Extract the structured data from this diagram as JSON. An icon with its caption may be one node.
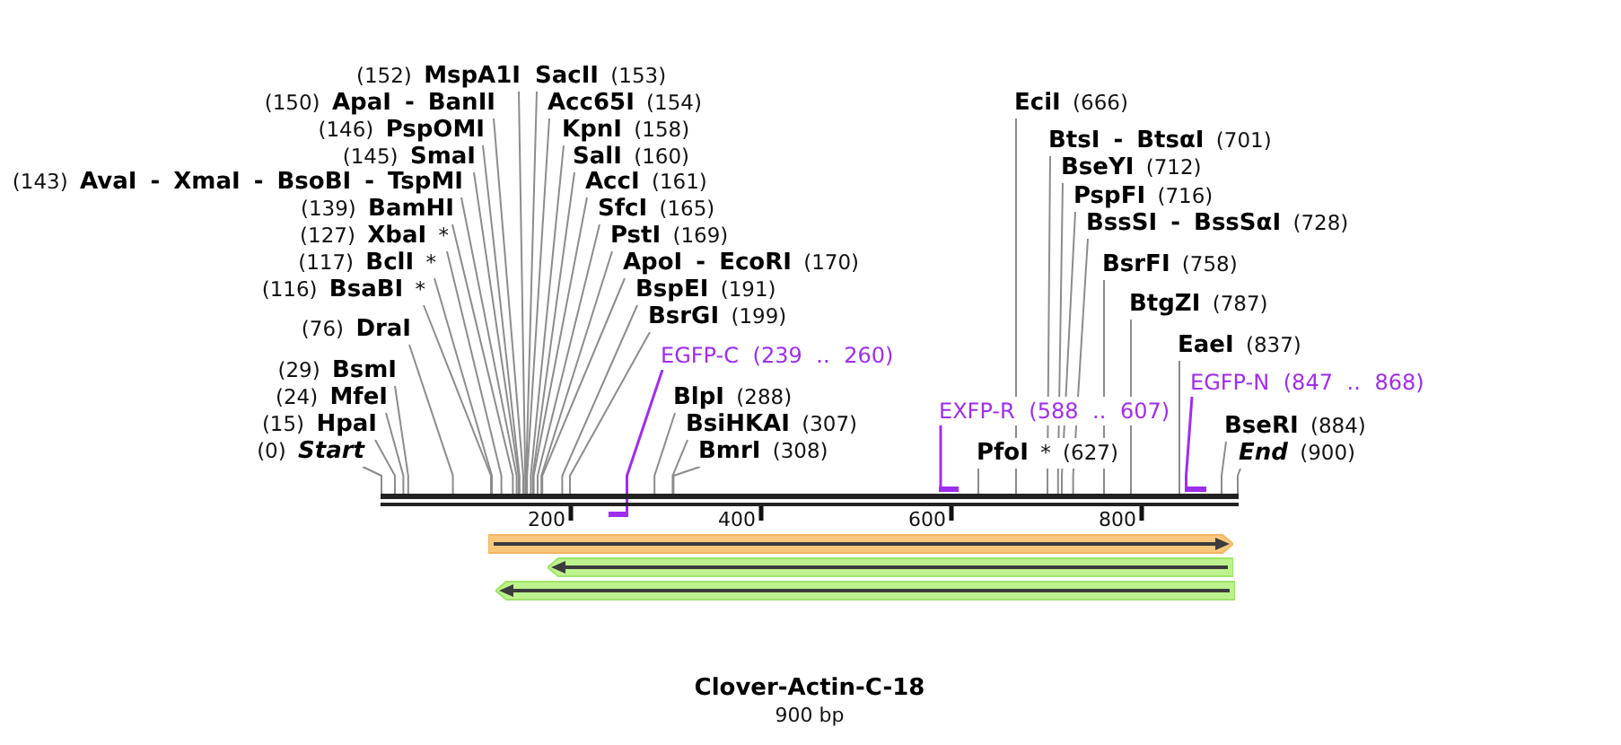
{
  "diagram": {
    "title": "Clover-Actin-C-18",
    "nodes": [
      {
        "text": [
          "(152) **MspA1I**"
        ]
      },
      {
        "text": [
          "**SacII** (153)"
        ]
      },
      {
        "text": [
          "(150) **ApaI - BanII**"
        ]
      },
      {
        "text": [
          "**Acc65I** (154)"
        ]
      },
      {
        "text": [
          "**EciI** (666)"
        ]
      },
      {
        "text": [
          "(146) **PspOMI**"
        ]
      },
      {
        "text": [
          "**KpnI** (158)"
        ]
      },
      {
        "text": [
          "**BtsI - BtsαI** (701)"
        ]
      },
      {
        "text": [
          "(145) **SmaI**"
        ]
      },
      {
        "text": [
          "**SalI** (160)"
        ]
      },
      {
        "text": [
          "**BseYI** (712)"
        ]
      },
      {
        "text": [
          "(143) **AvaI - XmaI - BsoBI - TspMI**"
        ]
      },
      {
        "text": [
          "**AccI** (161)"
        ]
      },
      {
        "text": [
          "**PspFI** (716)"
        ]
      },
      {
        "text": [
          "(139) **BamHI**"
        ]
      },
      {
        "text": [
          "**SfcI** (165)"
        ]
      },
      {
        "text": [
          "**BssSI - BssSαI** (728)"
        ]
      },
      {
        "text": [
          "(127) **XbaI** *"
        ]
      },
      {
        "text": [
          "**PstI** (169)"
        ]
      },
      {
        "text": [
          "(117) **BclI** *"
        ]
      },
      {
        "text": [
          "**ApoI - EcoRI** (170)"
        ]
      },
      {
        "text": [
          "**BsrFI** (758)"
        ]
      },
      {
        "text": [
          "(116) **BsaBI** *"
        ]
      },
      {
        "text": [
          "**BspEI** (191)"
        ]
      },
      {
        "text": [
          "**BtgZI** (787)"
        ]
      },
      {
        "text": [
          "**BsrGI** (199)"
        ]
      },
      {
        "text": [
          "(76) **DraI**"
        ]
      },
      {
        "text": [
          "**EaeI** (837)"
        ]
      },
      {
        "text": [
          "EGFP-C (239 .. 260)"
        ]
      },
      {
        "text": [
          "(29) **BsmI**"
        ]
      },
      {
        "text": [
          "EGFP-N (847 .. 868)"
        ]
      },
      {
        "text": [
          "(24) **MfeI**"
        ]
      },
      {
        "text": [
          "**BlpI** (288)"
        ]
      },
      {
        "text": [
          "EXFP-R (588 .. 607)"
        ]
      },
      {
        "text": [
          "(15) **HpaI**"
        ]
      },
      {
        "text": [
          "**BsiHKAI** (307)"
        ]
      },
      {
        "text": [
          "**BseRI** (884)"
        ]
      },
      {
        "text": [
          "(0) **Start**"
        ]
      },
      {
        "text": [
          "**BmrI** (308)"
        ]
      },
      {
        "text": [
          "**PfoI** * (627)"
        ]
      },
      {
        "text": [
          "**End** (900)"
        ]
      },
      {
        "text": [],
        "shape": "bar"
      },
      {
        "text": [],
        "shape": "bar"
      },
      {
        "text": [],
        "shape": "bar"
      },
      {
        "text": [],
        "shape": "bar"
      },
      {
        "text": [],
        "shape": "bar"
      },
      {
        "text": [],
        "shape": "bar"
      },
      {
        "text": [],
        "shape": "bar"
      }
    ],
    "edges": [
      {
        "from": 0,
        "to": 41,
        "arrow": "none"
      },
      {
        "from": 1,
        "to": 41,
        "arrow": "none"
      },
      {
        "from": 2,
        "to": 41,
        "arrow": "none"
      },
      {
        "from": 3,
        "to": 41,
        "arrow": "none"
      },
      {
        "from": 4,
        "to": 41,
        "arrow": "none"
      },
      {
        "from": 5,
        "to": 41,
        "arrow": "none"
      },
      {
        "from": 6,
        "to": 41,
        "arrow": "none"
      },
      {
        "from": 7,
        "to": 41,
        "arrow": "none"
      },
      {
        "from": 8,
        "to": 41,
        "arrow": "none"
      },
      {
        "from": 9,
        "to": 41,
        "arrow": "none"
      },
      {
        "from": 10,
        "to": 41,
        "arrow": "none"
      },
      {
        "from": 11,
        "to": 41,
        "arrow": "none"
      },
      {
        "from": 12,
        "to": 41,
        "arrow": "none"
      },
      {
        "from": 13,
        "to": 41,
        "arrow": "none"
      },
      {
        "from": 14,
        "to": 41,
        "arrow": "none"
      },
      {
        "from": 15,
        "to": 41,
        "arrow": "none"
      },
      {
        "from": 16,
        "to": 41,
        "arrow": "none"
      },
      {
        "from": 17,
        "to": 41,
        "arrow": "none"
      },
      {
        "from": 18,
        "to": 41,
        "arrow": "none"
      },
      {
        "from": 19,
        "to": 41,
        "arrow": "none"
      },
      {
        "from": 20,
        "to": 41,
        "arrow": "none"
      },
      {
        "from": 21,
        "to": 41,
        "arrow": "none"
      },
      {
        "from": 22,
        "to": 41,
        "arrow": "none"
      },
      {
        "from": 23,
        "to": 41,
        "arrow": "none"
      },
      {
        "from": 24,
        "to": 41,
        "arrow": "none"
      },
      {
        "from": 25,
        "to": 41,
        "arrow": "none"
      },
      {
        "from": 26,
        "to": 41,
        "arrow": "none"
      },
      {
        "from": 27,
        "to": 41,
        "arrow": "none"
      },
      {
        "from": 28,
        "to": 42,
        "arrow": "none",
        "color": "#a02cf0"
      },
      {
        "from": 29,
        "to": 41,
        "arrow": "none"
      },
      {
        "from": 30,
        "to": 44,
        "arrow": "none",
        "color": "#a02cf0"
      },
      {
        "from": 31,
        "to": 41,
        "arrow": "none"
      },
      {
        "from": 32,
        "to": 41,
        "arrow": "none"
      },
      {
        "from": 33,
        "to": 43,
        "arrow": "none",
        "color": "#a02cf0"
      },
      {
        "from": 34,
        "to": 41,
        "arrow": "none"
      },
      {
        "from": 35,
        "to": 41,
        "arrow": "none"
      },
      {
        "from": 36,
        "to": 41,
        "arrow": "none"
      },
      {
        "from": 37,
        "to": 41,
        "arrow": "none"
      },
      {
        "from": 38,
        "to": 41,
        "arrow": "none"
      },
      {
        "from": 39,
        "to": 41,
        "arrow": "none"
      },
      {
        "from": 40,
        "to": 41,
        "arrow": "none"
      }
    ],
    "labels": [
      "200",
      "400",
      "600",
      "800",
      "900 bp"
    ]
  }
}
